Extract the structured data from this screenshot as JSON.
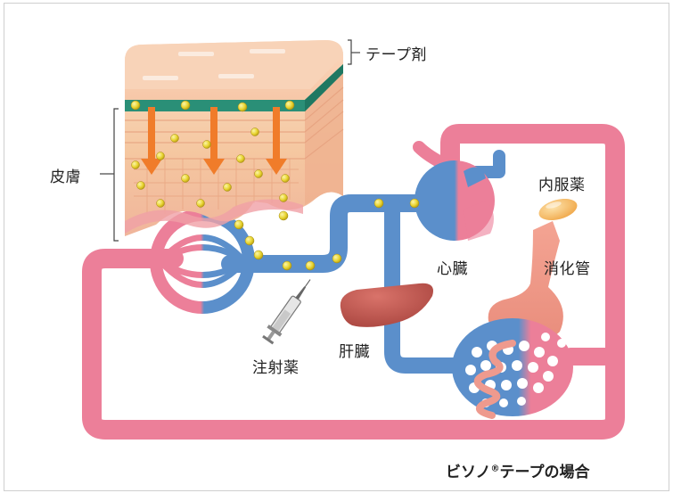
{
  "labels": {
    "tape": "テープ剤",
    "skin": "皮膚",
    "oral": "内服薬",
    "heart": "心臓",
    "gi": "消化管",
    "liver": "肝臓",
    "injection": "注射薬"
  },
  "caption": {
    "main": "ビソノ",
    "reg": "®",
    "rest": "テープの場合"
  },
  "colors": {
    "artery": "#ec7f99",
    "vein": "#5b8fcb",
    "tape": "#2a8f77",
    "drug": "#e8d430",
    "arrow": "#f07c2a",
    "skin": "#f5c7a4",
    "liver": "#c55a54"
  },
  "icons": {
    "injection": "syringe-icon",
    "oral": "pill-icon",
    "drug": "drug-particle-icon"
  }
}
